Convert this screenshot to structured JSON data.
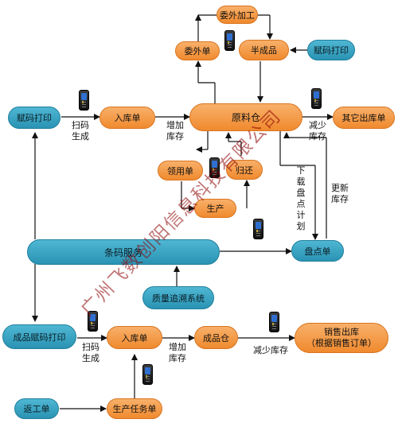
{
  "nodes": {
    "weiwai_jiagong": "委外加工",
    "weiwai_dan": "委外单",
    "ban_chengpin": "半成品",
    "fuma_top": "赋码打印",
    "fuma_left": "赋码打印",
    "ruku_top": "入库单",
    "yuanliao_cang": "原料仓",
    "qita_chuku": "其它出库单",
    "lingyong_dan": "领用单",
    "guihuan": "归还",
    "shengchan": "生产",
    "tiaoma_fuwu": "条码服务",
    "pandian_dan": "盘点单",
    "zhiliang_zhuisu": "质量追溯系统",
    "chengpin_fuma": "成品赋码打印",
    "ruku_bottom": "入库单",
    "chengpin_cang": "成品仓",
    "xiaoshou_chuku_1": "销售出库",
    "xiaoshou_chuku_2": "（根据销售订单）",
    "fangong_dan": "返工单",
    "shengchan_renwu": "生产任务单"
  },
  "labels": {
    "saoma_top": [
      "扫码",
      "生成"
    ],
    "zengjia_top": [
      "增加",
      "库存"
    ],
    "jianshao_top": [
      "减少",
      "库存"
    ],
    "xiazai": [
      "下",
      "载",
      "盘",
      "点",
      "计",
      "划"
    ],
    "gengxin": [
      "更新",
      "库存"
    ],
    "saoma_bottom": [
      "扫码",
      "生成"
    ],
    "zengjia_bottom": [
      "增加",
      "库存"
    ],
    "jianshao_bottom": "减少库存"
  },
  "watermark": "广州飞数创阳信息科技有限公司",
  "colors": {
    "orange": "#f08a2e",
    "teal": "#2a93b4",
    "line": "#111111"
  }
}
